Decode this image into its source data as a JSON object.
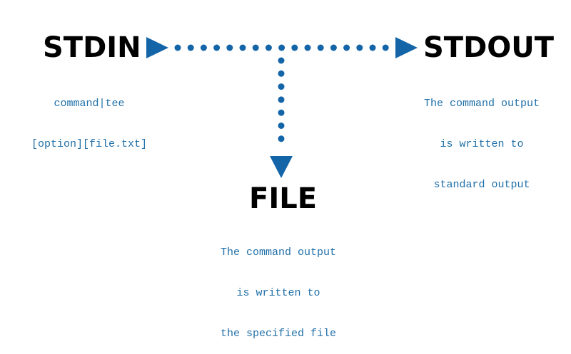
{
  "colors": {
    "accent": "#1465a8",
    "caption": "#1f6fa8",
    "title": "#000000",
    "background": "#ffffff"
  },
  "stdin": {
    "title": "STDIN",
    "caption_lines": [
      "command|tee",
      "[option][file.txt]"
    ]
  },
  "stdout": {
    "title": "STDOUT",
    "caption_lines": [
      "The command output",
      "is written to",
      "standard output"
    ]
  },
  "file": {
    "title": "FILE",
    "caption_lines": [
      "The command output",
      "is written to",
      "the specified file"
    ]
  },
  "connectors": [
    {
      "from": "stdin",
      "to": "stdout",
      "style": "dotted",
      "arrow": "right"
    },
    {
      "from": "stdin",
      "to": "file",
      "style": "dotted",
      "arrow": "down"
    }
  ]
}
